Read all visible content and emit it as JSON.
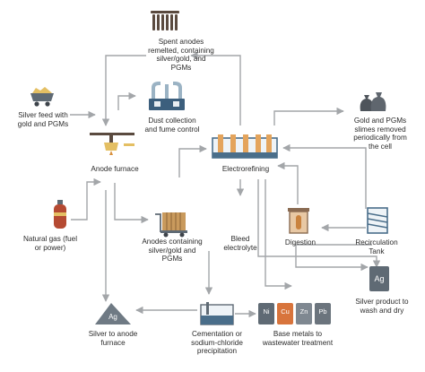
{
  "diagram": {
    "nodes": {
      "spent_anodes": [
        "Spent anodes",
        "remelted, containing",
        "silver/gold, and",
        "PGMs"
      ],
      "silver_feed": [
        "Silver feed with",
        "gold and PGMs"
      ],
      "dust_collection": [
        "Dust collection",
        "and fume control"
      ],
      "gold_pgm_slimes": [
        "Gold and PGMs",
        "slimes removed",
        "periodically from",
        "the cell"
      ],
      "anode_furnace": [
        "Anode furnace"
      ],
      "electrorefining": [
        "Electrorefining"
      ],
      "natural_gas": [
        "Natural gas (fuel",
        "or power)"
      ],
      "anodes": [
        "Anodes containing",
        "silver/gold and",
        "PGMs"
      ],
      "bleed_electrolyte": [
        "Bleed",
        "electrolyte"
      ],
      "digestion": [
        "Digestion"
      ],
      "recirculation_tank": [
        "Recirculation",
        "Tank"
      ],
      "silver_product": [
        "Silver product to",
        "wash and dry"
      ],
      "silver_to_furnace": [
        "Silver to anode",
        "furnace"
      ],
      "cementation": [
        "Cementation or",
        "sodium-chloride",
        "precipitation"
      ],
      "base_metals": [
        "Base metals to",
        "wastewater treatment"
      ]
    },
    "icon_text": {
      "ag_pile": "Ag",
      "ag_card": "Ag",
      "metals": [
        "Ni",
        "Cu",
        "Zn",
        "Pb"
      ]
    }
  },
  "colors": {
    "arrow": "#a3a6a9",
    "steel": "#4a6e8a",
    "cream": "#f2d9a8",
    "wood": "#b98a52",
    "copper": "#d88a4c",
    "slate": "#5f6a74"
  }
}
